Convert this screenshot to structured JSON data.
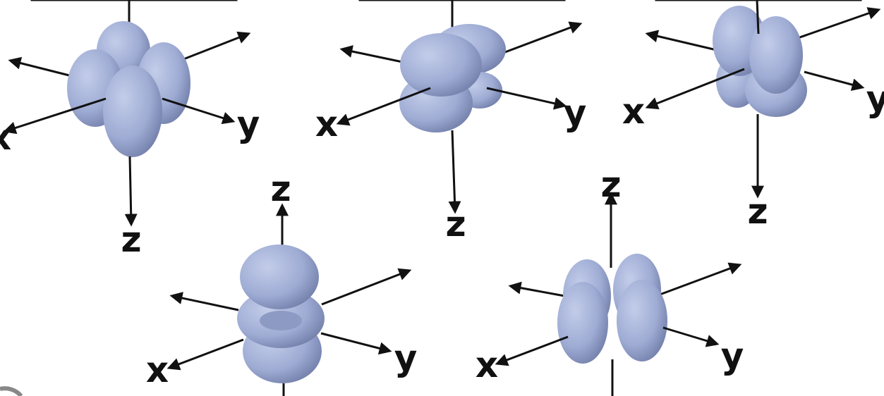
{
  "labels": {
    "x": "x",
    "y": "y",
    "z": "z"
  },
  "colors": {
    "lobe_light": "#c3cdea",
    "lobe_mid": "#9eabd3",
    "lobe_dark": "#6e7ba6",
    "axis": "#111111",
    "background": "#ffffff"
  },
  "orbitals": [
    {
      "id": "orbital-1",
      "shape": "four-lobe cloverleaf",
      "z_direction": "down"
    },
    {
      "id": "orbital-2",
      "shape": "four-lobe cloverleaf",
      "z_direction": "down"
    },
    {
      "id": "orbital-3",
      "shape": "four-lobe cloverleaf",
      "z_direction": "down"
    },
    {
      "id": "orbital-4",
      "shape": "two lobes with torus",
      "z_direction": "up"
    },
    {
      "id": "orbital-5",
      "shape": "four-lobe cloverleaf",
      "z_direction": "up"
    }
  ]
}
